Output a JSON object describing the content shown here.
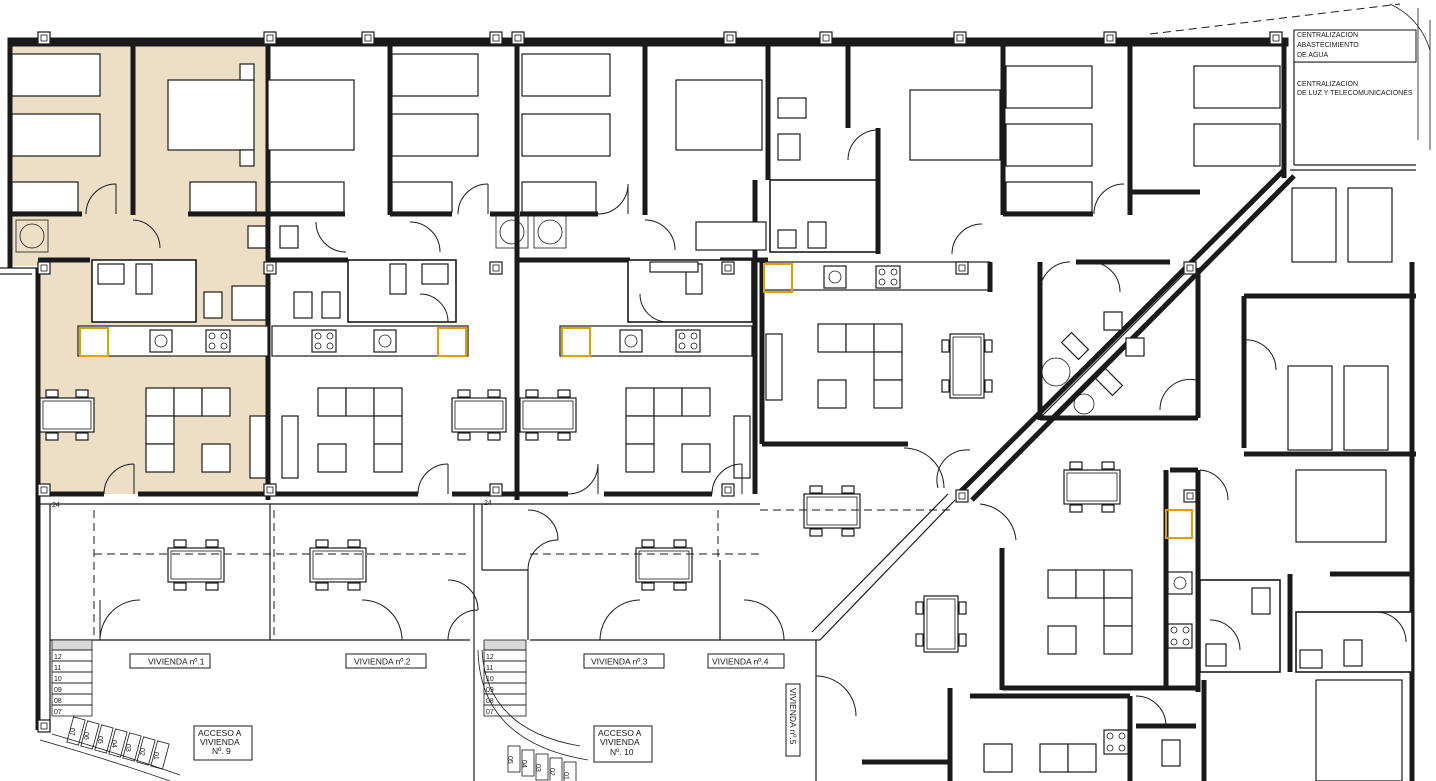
{
  "drawing": {
    "highlight_fill": "#ecdfc6",
    "accent_stroke": "#e0a100",
    "dwelling_labels": [
      {
        "id": "v1",
        "text": "VIVIENDA nº.1"
      },
      {
        "id": "v2",
        "text": "VIVIENDA nº.2"
      },
      {
        "id": "v3",
        "text": "VIVIENDA nº.3"
      },
      {
        "id": "v4",
        "text": "VIVIENDA nº.4"
      },
      {
        "id": "v5",
        "text": "VIVIENDA nº.5"
      }
    ],
    "access_labels": [
      {
        "id": "a9",
        "line1": "ACCESO A",
        "line2": "VIVIENDA",
        "line3": "Nº. 9"
      },
      {
        "id": "a10",
        "line1": "ACCESO A",
        "line2": "VIVIENDA",
        "line3": "Nº. 10"
      }
    ],
    "service_labels": {
      "water_1": "CENTRALIZACION",
      "water_2": "ABASTECIMIENTO",
      "water_3": "DE AGUA",
      "power_1": "CENTRALIZACION",
      "power_2": "DE LUZ Y TELECOMUNICACIONES"
    },
    "axis_marks": {
      "left": "24",
      "middle": "24"
    },
    "stairs_left": [
      "12",
      "11",
      "10",
      "09",
      "08",
      "07",
      "06",
      "05",
      "04",
      "03",
      "02",
      "01"
    ],
    "stairs_right": [
      "12",
      "11",
      "10",
      "09",
      "08",
      "07",
      "06",
      "05",
      "04",
      "03",
      "02",
      "01"
    ]
  }
}
